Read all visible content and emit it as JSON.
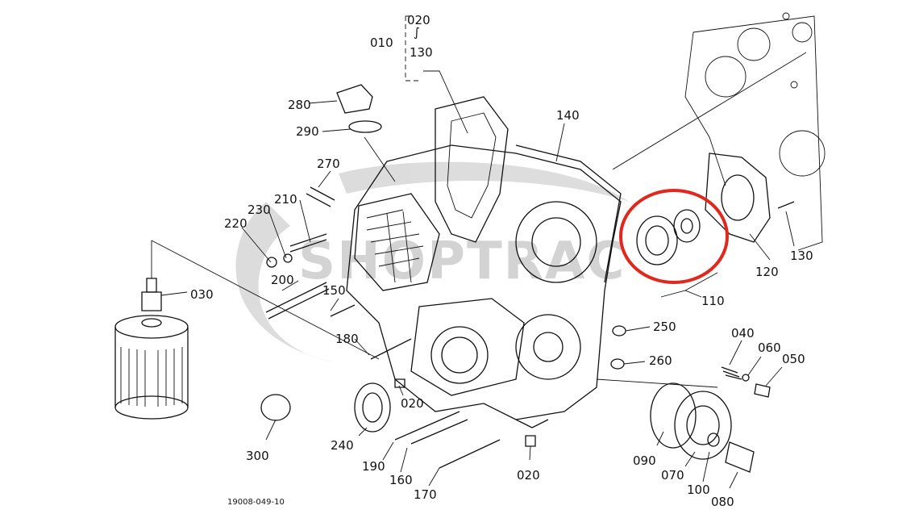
{
  "watermark": "SHOPTRAC",
  "figure_code": "19008-049-10",
  "labels": {
    "p010": "010",
    "p020a": "020",
    "tilde": "∫",
    "p130a": "130",
    "p140": "140",
    "p280": "280",
    "p290": "290",
    "p270": "270",
    "p210": "210",
    "p230": "230",
    "p220": "220",
    "p200": "200",
    "p150": "150",
    "p030": "030",
    "p180": "180",
    "p020b": "020",
    "p300": "300",
    "p240": "240",
    "p190": "190",
    "p160": "160",
    "p170": "170",
    "p020c": "020",
    "p250": "250",
    "p260": "260",
    "p040": "040",
    "p060": "060",
    "p050": "050",
    "p090": "090",
    "p070": "070",
    "p100": "100",
    "p080": "080",
    "p110": "110",
    "p120": "120",
    "p130b": "130"
  },
  "highlight": {
    "part": "110",
    "color": "#e0281e"
  },
  "colors": {
    "line": "#111111",
    "watermark": "#cfcfcf"
  }
}
